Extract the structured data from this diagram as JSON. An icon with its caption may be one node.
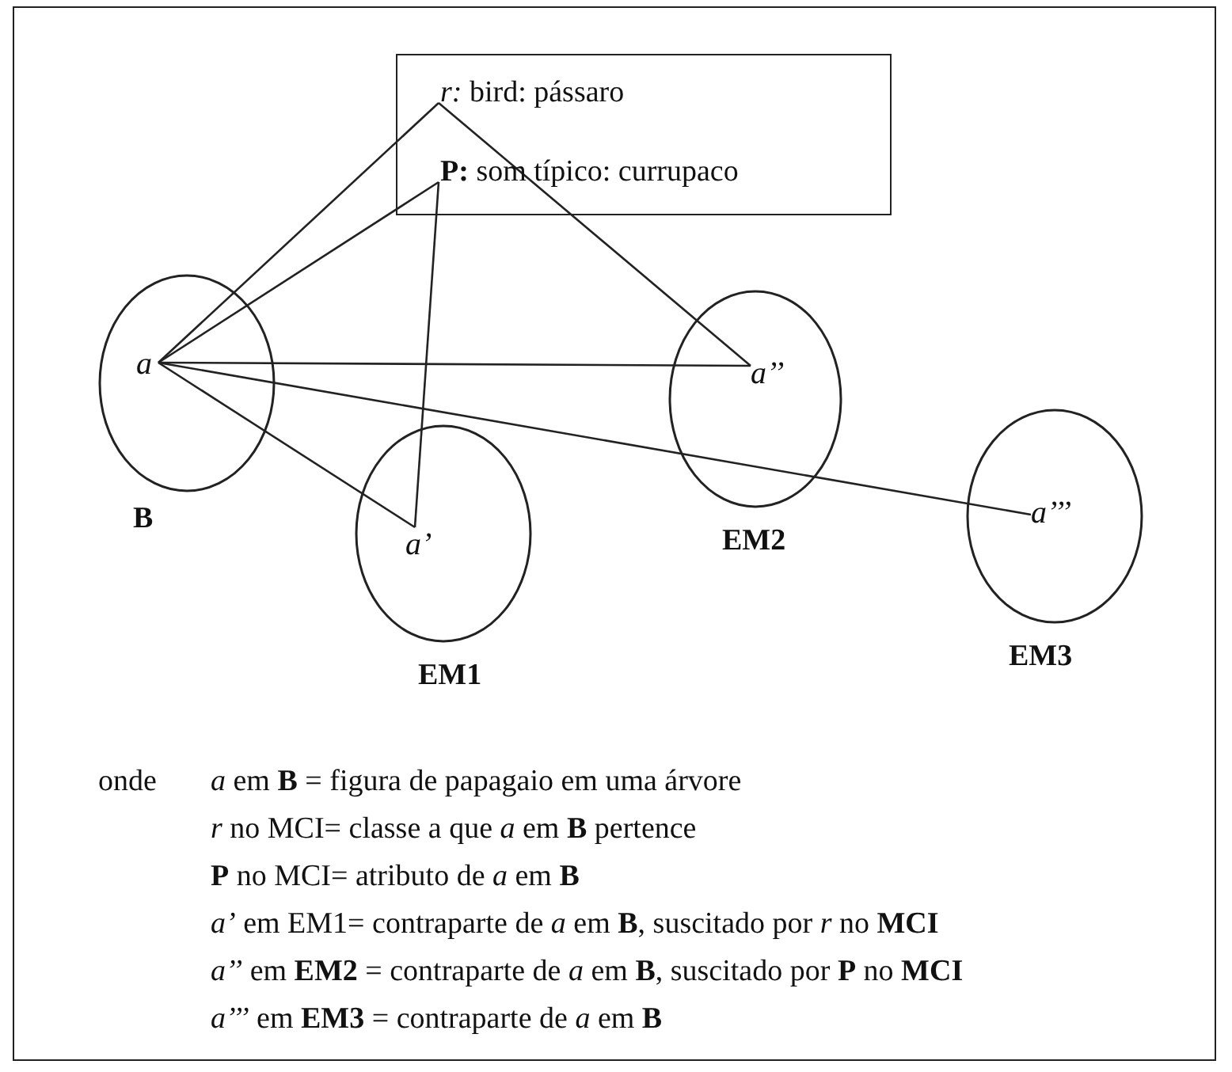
{
  "diagram": {
    "nodes": [
      {
        "text": [],
        "shape": "box"
      },
      {
        "text": [
          "*r:* bird: pássaro"
        ],
        "in": 0
      },
      {
        "text": [
          "**P:** som típico: currupaco"
        ],
        "in": 0
      },
      {
        "text": [
          "B"
        ]
      },
      {
        "text": [
          "a"
        ],
        "in": 3
      },
      {
        "text": [
          "EM1"
        ]
      },
      {
        "text": [
          "a’"
        ],
        "in": 5
      },
      {
        "text": [
          "EM2"
        ]
      },
      {
        "text": [
          "a’’"
        ],
        "in": 7
      },
      {
        "text": [
          "EM3"
        ]
      },
      {
        "text": [
          "a’’’"
        ],
        "in": 9
      }
    ],
    "edges": [
      {
        "from": 4,
        "to": 1,
        "arrow": "none"
      },
      {
        "from": 4,
        "to": 2,
        "arrow": "none"
      },
      {
        "from": 4,
        "to": 8,
        "arrow": "none"
      },
      {
        "from": 4,
        "to": 6,
        "arrow": "none"
      },
      {
        "from": 4,
        "to": 10,
        "arrow": "none"
      },
      {
        "from": 1,
        "to": 8,
        "arrow": "none"
      },
      {
        "from": 2,
        "to": 6,
        "arrow": "none"
      }
    ],
    "labels": [
      "onde",
      "*a* em **B** = figura de papagaio em uma árvore",
      "*r* no MCI= classe a que *a* em **B** pertence",
      "**P** no MCI= atributo de *a* em **B**",
      "*a’* em EM1= contraparte de *a* em **B**, suscitado por *r* no **MCI**",
      "*a’’* em **EM2** = contraparte de *a* em **B**, suscitado por **P** no **MCI**",
      "*a’’’* em **EM3** = contraparte de *a* em **B**"
    ]
  }
}
